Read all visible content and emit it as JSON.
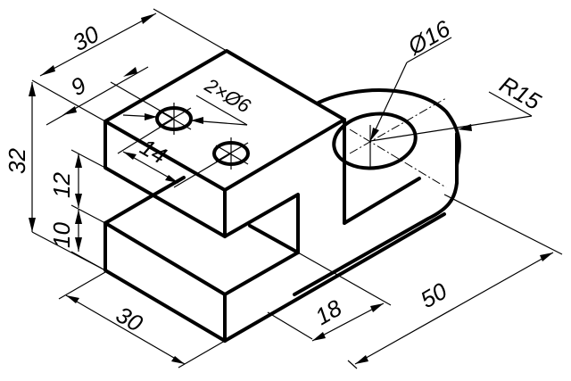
{
  "drawing": {
    "title": "Isometric view of bracket part",
    "line_color": "#000000",
    "background": "#ffffff"
  },
  "dimensions": {
    "top_length": "30",
    "hole_offset": "9",
    "hole_callout": "2×Ø6",
    "hole_spacing": "14",
    "total_height": "32",
    "upper_block_height": "12",
    "lower_block_height": "10",
    "bottom_length": "30",
    "slot_width": "18",
    "overall_length": "50",
    "bore_diameter": "Ø16",
    "boss_radius": "R15"
  }
}
